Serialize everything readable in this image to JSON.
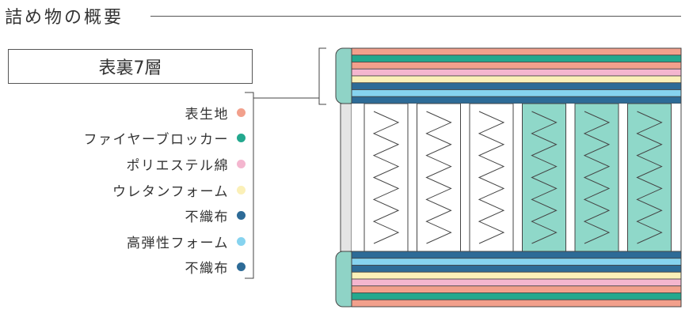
{
  "heading": {
    "title": "詰め物の概要"
  },
  "layer_group": {
    "label": "表裏7層"
  },
  "legend": [
    {
      "label": "表生地",
      "color": "#f2a08c"
    },
    {
      "label": "ファイヤーブロッカー",
      "color": "#23a88e"
    },
    {
      "label": "ポリエステル綿",
      "color": "#f4b6cf"
    },
    {
      "label": "ウレタンフォーム",
      "color": "#fbf0b8"
    },
    {
      "label": "不織布",
      "color": "#2d6b97"
    },
    {
      "label": "高弾性フォーム",
      "color": "#86d3ef"
    },
    {
      "label": "不織布",
      "color": "#2d6b97"
    }
  ],
  "diagram": {
    "colors": {
      "line": "#444444",
      "side_panel": "#8fd3c6",
      "side_strip": "#e4e4e4",
      "spring_teal": "#8fd8c9",
      "spring_white": "#ffffff"
    },
    "spring_columns": [
      {
        "fill": "white"
      },
      {
        "fill": "white"
      },
      {
        "fill": "white"
      },
      {
        "fill": "teal"
      },
      {
        "fill": "teal"
      },
      {
        "fill": "teal"
      }
    ]
  }
}
